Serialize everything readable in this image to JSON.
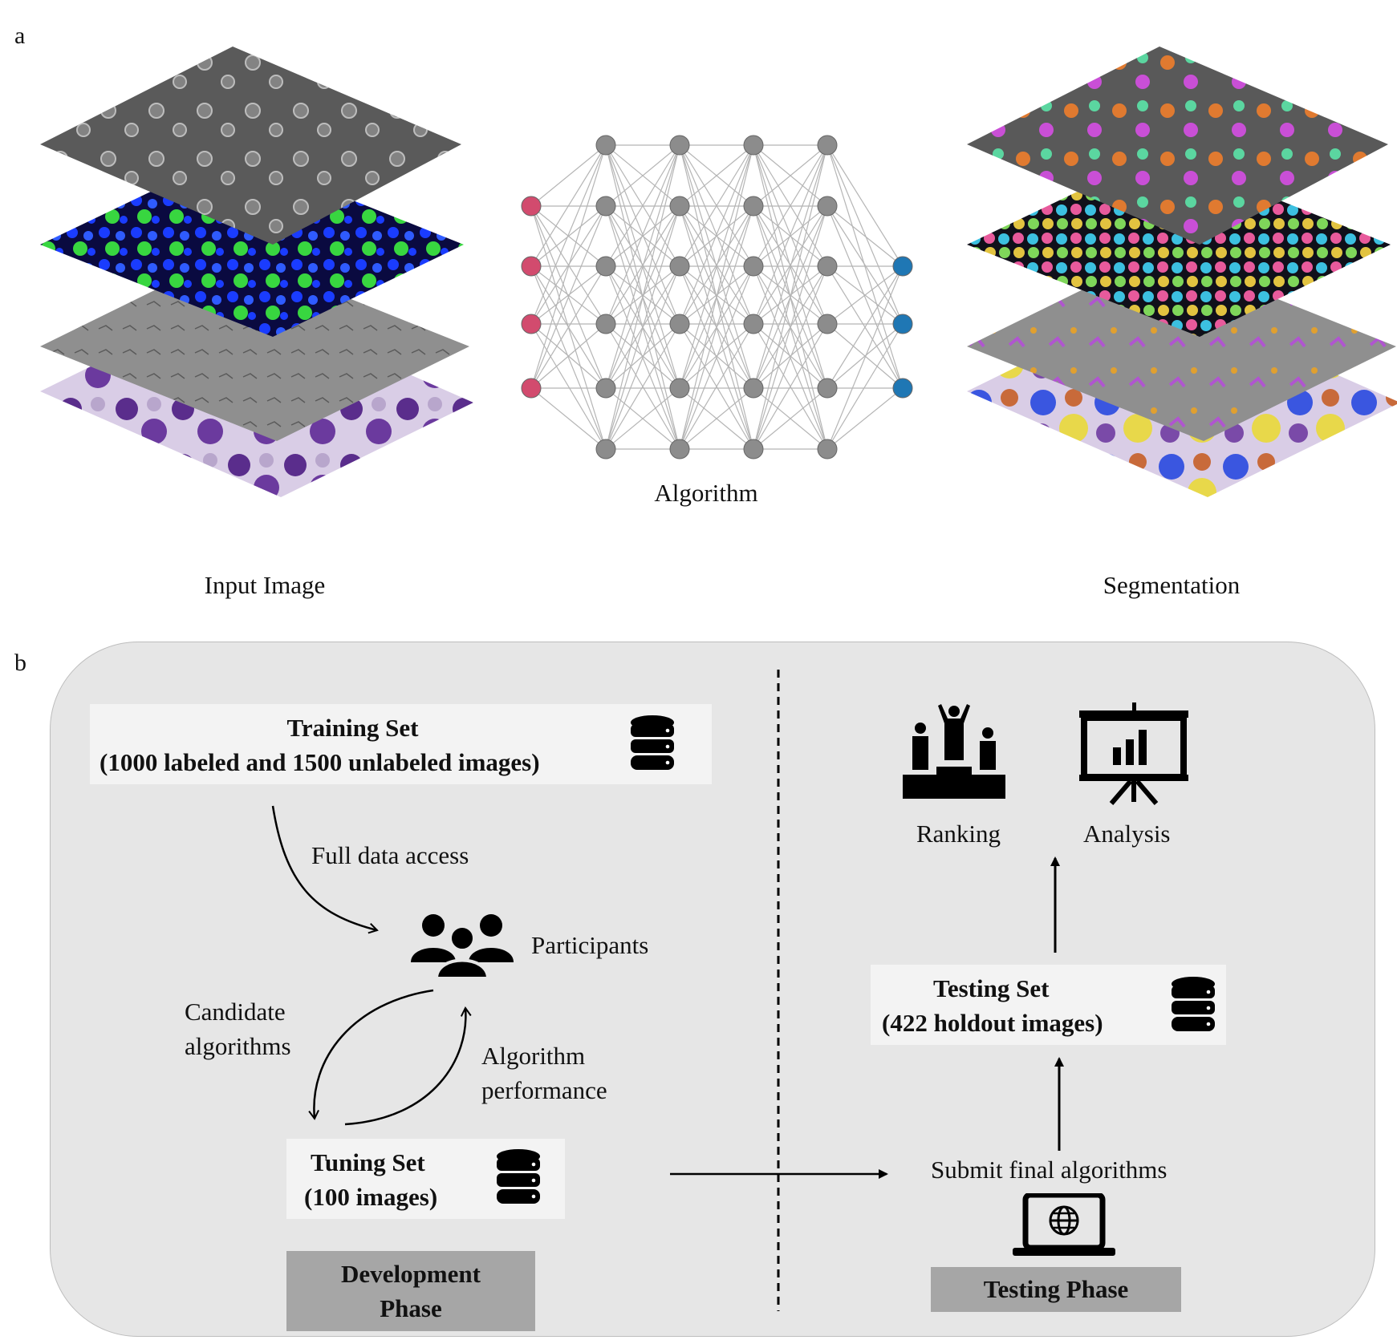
{
  "panel_a": {
    "letter": "a",
    "input_caption": "Input Image",
    "algorithm_caption": "Algorithm",
    "output_caption": "Segmentation",
    "network": {
      "input_nodes": 4,
      "hidden_layers": 4,
      "hidden_nodes": 6,
      "output_nodes": 3,
      "input_color": "#d24b6e",
      "hidden_color": "#8c8c8c",
      "output_color": "#1f77b4"
    }
  },
  "panel_b": {
    "letter": "b",
    "training_set": {
      "title": "Training Set",
      "subtitle": "(1000 labeled and 1500 unlabeled images)"
    },
    "full_data_access": "Full data access",
    "participants": "Participants",
    "candidate_algorithms": [
      "Candidate",
      "algorithms"
    ],
    "algorithm_performance": [
      "Algorithm",
      "performance"
    ],
    "tuning_set": {
      "title": "Tuning Set",
      "subtitle": "(100 images)"
    },
    "development_phase": [
      "Development",
      "Phase"
    ],
    "ranking": "Ranking",
    "analysis": "Analysis",
    "testing_set": {
      "title": "Testing Set",
      "subtitle": "(422 holdout images)"
    },
    "submit": "Submit final algorithms",
    "testing_phase": "Testing Phase"
  }
}
